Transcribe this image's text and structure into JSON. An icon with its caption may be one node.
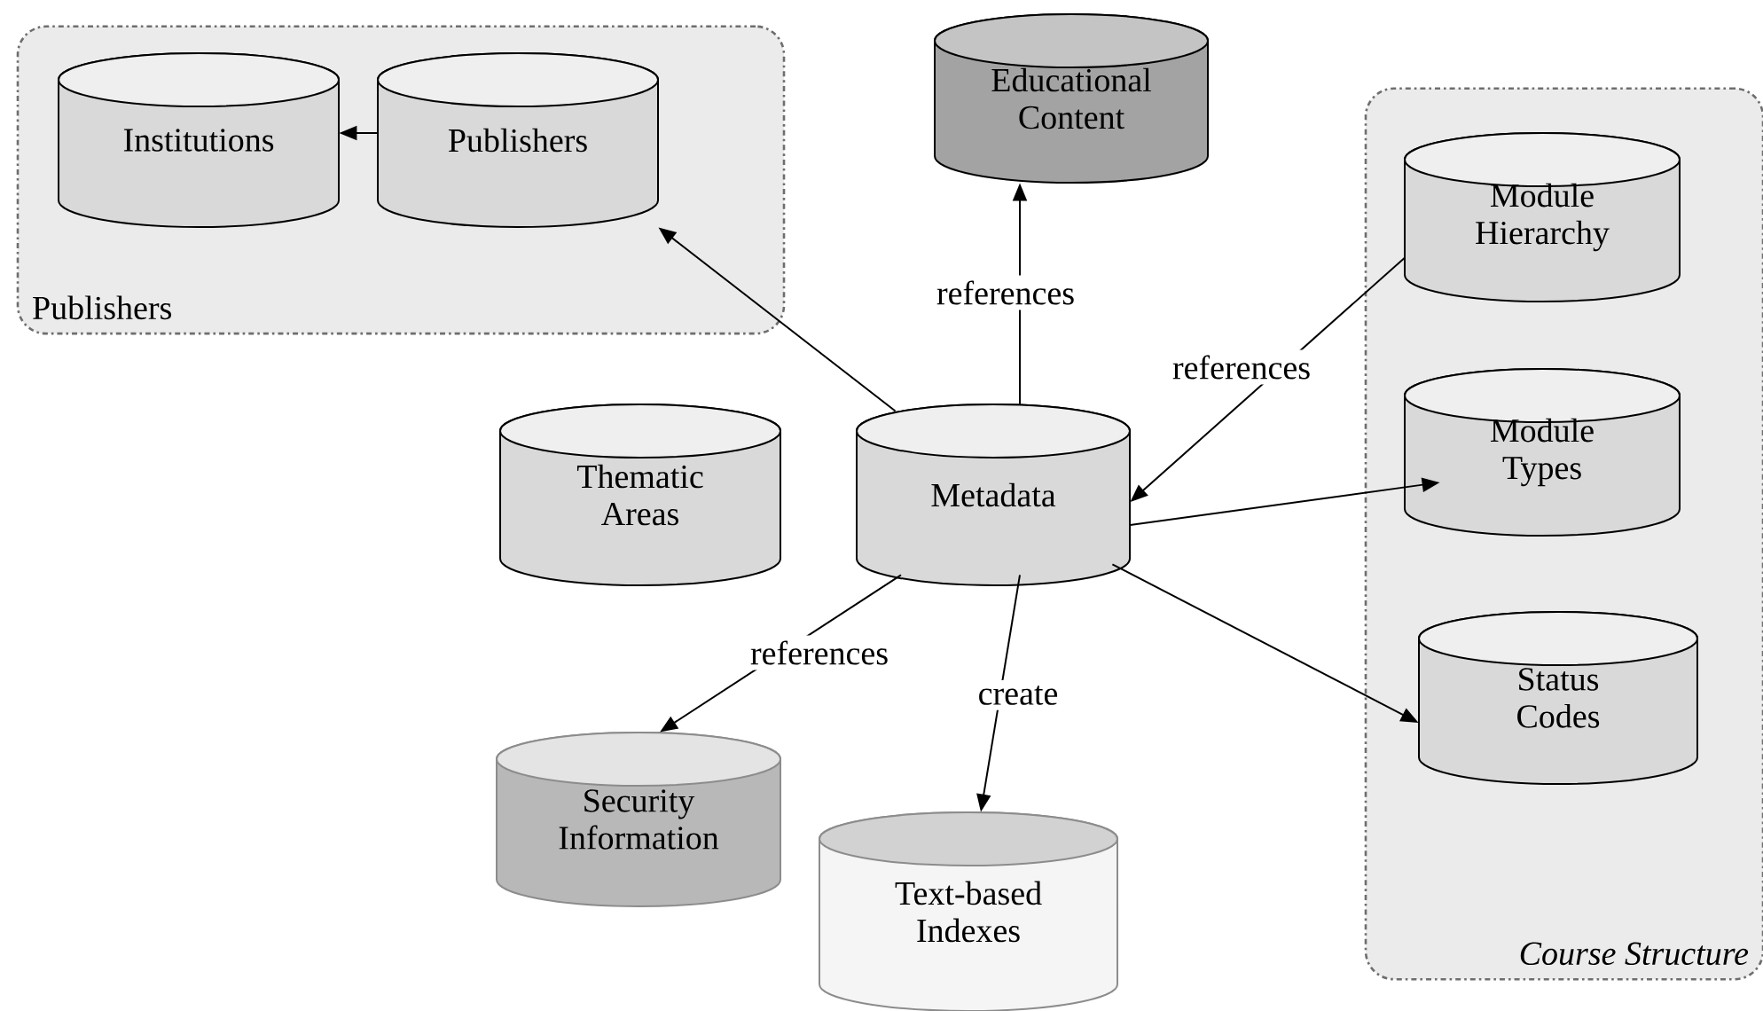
{
  "diagram": {
    "nodes": [
      {
        "text": [
          "Publishers"
        ]
      },
      {
        "text": [
          "Institutions"
        ],
        "in": 0
      },
      {
        "text": [
          "Publishers"
        ],
        "in": 0
      },
      {
        "text": [
          "Educational Content"
        ]
      },
      {
        "text": [
          "Course Structure"
        ]
      },
      {
        "text": [
          "Module Hierarchy"
        ],
        "in": 4
      },
      {
        "text": [
          "Module Types"
        ],
        "in": 4
      },
      {
        "text": [
          "Status Codes"
        ],
        "in": 4
      },
      {
        "text": [
          "Thematic Areas"
        ]
      },
      {
        "text": [
          "Metadata"
        ]
      },
      {
        "text": [
          "Security Information"
        ]
      },
      {
        "text": [
          "Text-based Indexes"
        ]
      }
    ],
    "edges": [
      {
        "from": 2,
        "to": 1,
        "arrow": "to"
      },
      {
        "from": 9,
        "to": 2,
        "arrow": "to"
      },
      {
        "from": 9,
        "to": 3,
        "arrow": "to",
        "label": "references"
      },
      {
        "from": 5,
        "to": 9,
        "arrow": "to",
        "label": "references"
      },
      {
        "from": 9,
        "to": 6,
        "arrow": "to"
      },
      {
        "from": 9,
        "to": 7,
        "arrow": "to"
      },
      {
        "from": 9,
        "to": 10,
        "arrow": "to",
        "label": "references"
      },
      {
        "from": 9,
        "to": 11,
        "arrow": "to",
        "label": "create"
      }
    ]
  }
}
